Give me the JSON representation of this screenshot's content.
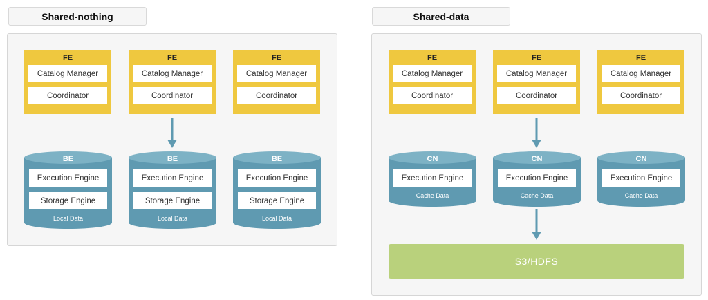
{
  "colors": {
    "fe_fill": "#efc83f",
    "node_fill": "#5f9ab1",
    "node_top": "#7db2c5",
    "arrow": "#5f9ab1",
    "storage_fill": "#b9d17c",
    "panel_fill": "#f6f6f6"
  },
  "left": {
    "title": "Shared-nothing",
    "fe_nodes": [
      {
        "title": "FE",
        "catalog": "Catalog Manager",
        "coordinator": "Coordinator"
      },
      {
        "title": "FE",
        "catalog": "Catalog Manager",
        "coordinator": "Coordinator"
      },
      {
        "title": "FE",
        "catalog": "Catalog Manager",
        "coordinator": "Coordinator"
      }
    ],
    "be_nodes": [
      {
        "title": "BE",
        "exec": "Execution Engine",
        "storage": "Storage Engine",
        "footer": "Local Data"
      },
      {
        "title": "BE",
        "exec": "Execution Engine",
        "storage": "Storage Engine",
        "footer": "Local Data"
      },
      {
        "title": "BE",
        "exec": "Execution Engine",
        "storage": "Storage Engine",
        "footer": "Local Data"
      }
    ]
  },
  "right": {
    "title": "Shared-data",
    "fe_nodes": [
      {
        "title": "FE",
        "catalog": "Catalog Manager",
        "coordinator": "Coordinator"
      },
      {
        "title": "FE",
        "catalog": "Catalog Manager",
        "coordinator": "Coordinator"
      },
      {
        "title": "FE",
        "catalog": "Catalog Manager",
        "coordinator": "Coordinator"
      }
    ],
    "cn_nodes": [
      {
        "title": "CN",
        "exec": "Execution Engine",
        "footer": "Cache Data"
      },
      {
        "title": "CN",
        "exec": "Execution Engine",
        "footer": "Cache Data"
      },
      {
        "title": "CN",
        "exec": "Execution Engine",
        "footer": "Cache Data"
      }
    ],
    "storage": "S3/HDFS"
  }
}
